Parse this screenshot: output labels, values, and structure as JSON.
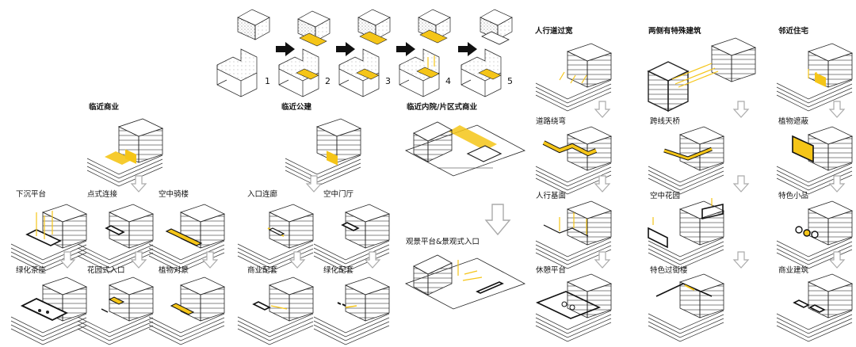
{
  "sequence": {
    "steps": [
      "1",
      "2",
      "3",
      "4",
      "5"
    ]
  },
  "columns": {
    "commercial": {
      "title": "临近商业",
      "items": [
        "下沉平台",
        "点式连接",
        "空中骑楼",
        "绿化茶座",
        "花园式入口",
        "植物对景"
      ]
    },
    "public": {
      "title": "临近公建",
      "items": [
        "入口连廊",
        "空中门厅",
        "商业配套",
        "绿化配套"
      ]
    },
    "inner": {
      "title": "临近内院/片区式商业",
      "items": [
        "观景平台&景观式入口"
      ]
    },
    "crossing": {
      "title": "人行道过宽",
      "items": [
        "道路绕弯",
        "人行基面",
        "休憩平台"
      ]
    },
    "special": {
      "title": "两侧有特殊建筑",
      "items": [
        "跨线天桥",
        "空中花园",
        "特色过街楼"
      ]
    },
    "residential": {
      "title": "邻近住宅",
      "items": [
        "植物遮蔽",
        "特色小品",
        "商业建筑"
      ]
    }
  },
  "colors": {
    "accent": "#f5c518",
    "line": "#1a1a1a",
    "arrow": "#b5b5b5"
  }
}
